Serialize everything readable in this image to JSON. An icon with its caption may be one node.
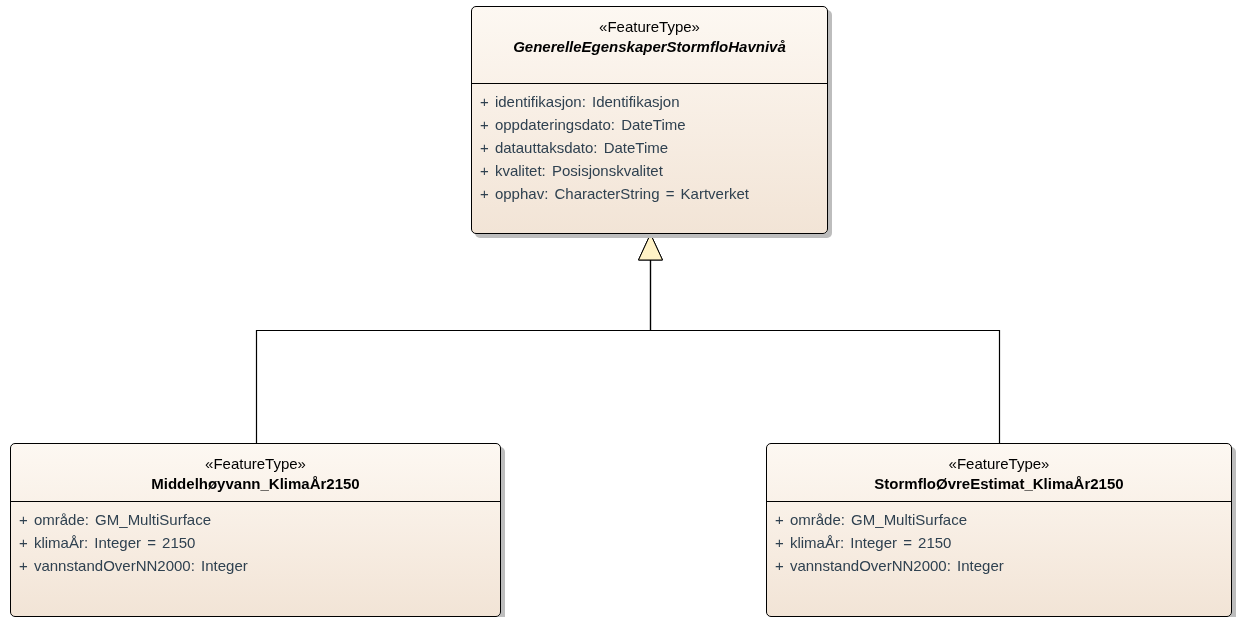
{
  "diagram": {
    "nodes": [
      {
        "text": [
          "«FeatureType»",
          "GenerelleEgenskaperStormfloHavnivå",
          "+ identifikasjon: Identifikasjon",
          "+ oppdateringsdato: DateTime",
          "+ datauttaksdato: DateTime",
          "+ kvalitet: Posisjonskvalitet",
          "+ opphav: CharacterString = Kartverket"
        ]
      },
      {
        "text": [
          "«FeatureType»",
          "Middelhøyvann_KlimaÅr2150",
          "+ område: GM_MultiSurface",
          "+ klimaÅr: Integer = 2150",
          "+ vannstandOverNN2000: Integer"
        ]
      },
      {
        "text": [
          "«FeatureType»",
          "StormfloØvreEstimat_KlimaÅr2150",
          "+ område: GM_MultiSurface",
          "+ klimaÅr: Integer = 2150",
          "+ vannstandOverNN2000: Integer"
        ]
      }
    ],
    "edges": [
      {
        "from": 1,
        "to": 0,
        "arrow": "to"
      },
      {
        "from": 2,
        "to": 0,
        "arrow": "to"
      }
    ]
  }
}
